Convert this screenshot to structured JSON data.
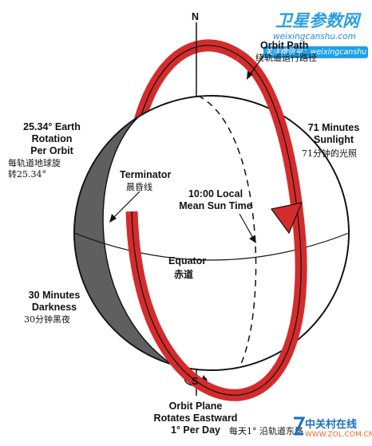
{
  "labels": {
    "north": "N",
    "south": "S",
    "orbit_path_en": "Orbit Path",
    "orbit_path_cn": "绕轨道运行路径",
    "earth_rotation_en": [
      "25.34° Earth",
      "Rotation",
      "Per Orbit"
    ],
    "earth_rotation_cn": [
      "每轨道地球旋",
      "转25.34°"
    ],
    "sunlight_en": [
      "71 Minutes",
      "Sunlight"
    ],
    "sunlight_cn": "71分钟的光照",
    "terminator_en": "Terminator",
    "terminator_cn": "晨昏线",
    "local_time_en": [
      "10:00 Local",
      "Mean Sun Time"
    ],
    "equator_en": "Equator",
    "equator_cn": "赤道",
    "darkness_en": [
      "30 Minutes",
      "Darkness"
    ],
    "darkness_cn": "30分钟黑夜",
    "orbit_plane_en": [
      "Orbit Plane",
      "Rotates Eastward",
      "1° Per Day"
    ],
    "orbit_plane_cn": "每天1° 沿轨道东移"
  },
  "watermarks": {
    "site_title": "卫星参数网",
    "site_url": "weixingcanshu.com",
    "wechat": "关注微信号：weixingcanshu",
    "bottom_brand": "中关村在线",
    "bottom_url": "WWW.ZOL.COM.CN"
  },
  "colors": {
    "orbit_red": "#d42c2c",
    "night_shade": "#5a5a5a",
    "outline": "#111111",
    "watermark_blue": "#2a9fe0"
  }
}
